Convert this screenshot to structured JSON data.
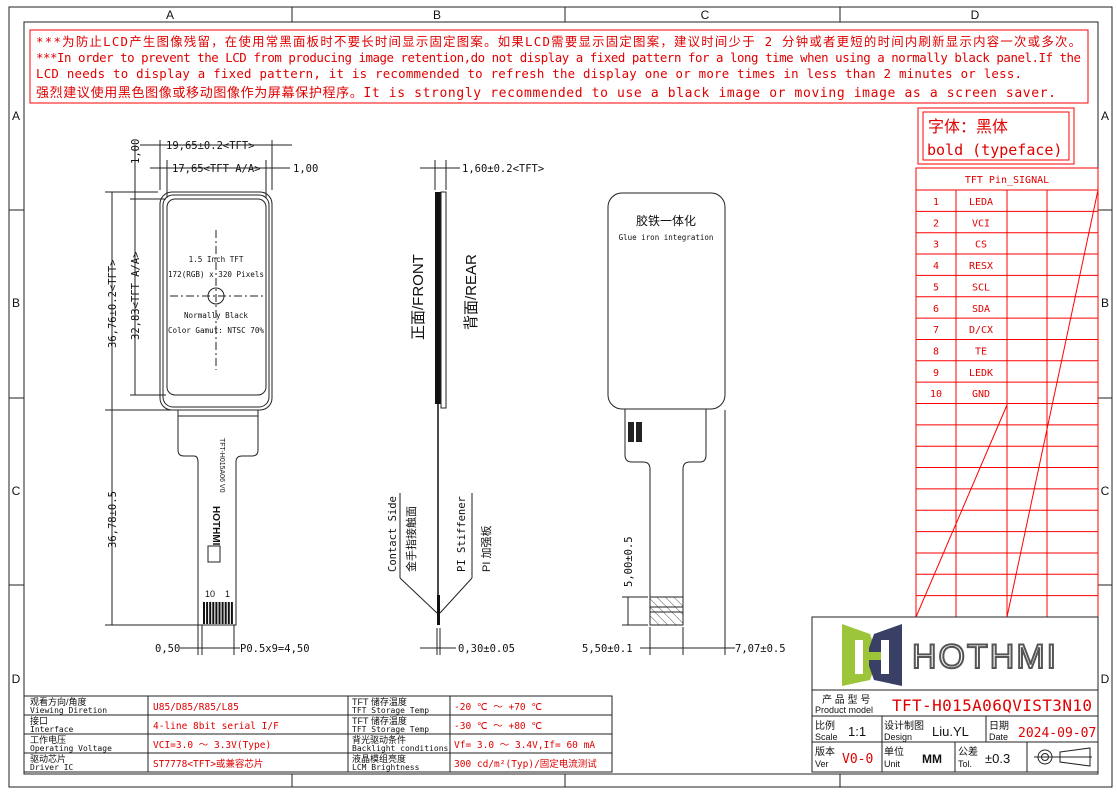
{
  "zones": {
    "columns": [
      "A",
      "B",
      "C",
      "D"
    ],
    "rows": [
      "A",
      "B",
      "C",
      "D"
    ]
  },
  "warning": {
    "line1": "***为防止LCD产生图像残留，在使用常黑面板时不要长时间显示固定图案。如果LCD需要显示固定图案，建议时间少于 2 分钟或者更短的时间内刷新显示内容一次或多次。",
    "line2": "***In order to prevent the LCD from producing image retention,do not display a fixed pattern for a long time when using a normally black panel.If the",
    "line3": " LCD needs to display a fixed pattern, it is recommended to refresh the display one or more times in less than 2 minutes or less.",
    "line4": "强烈建议使用黑色图像或移动图像作为屏幕保护程序。It is strongly recommended to use a black image or moving image as a screen saver."
  },
  "font_note": {
    "cn": "字体：黑体",
    "en": "bold (typeface)"
  },
  "pin_table": {
    "title": "TFT Pin_SIGNAL",
    "pins": [
      {
        "no": "1",
        "signal": "LEDA"
      },
      {
        "no": "2",
        "signal": "VCI"
      },
      {
        "no": "3",
        "signal": "CS"
      },
      {
        "no": "4",
        "signal": "RESX"
      },
      {
        "no": "5",
        "signal": "SCL"
      },
      {
        "no": "6",
        "signal": "SDA"
      },
      {
        "no": "7",
        "signal": "D/CX"
      },
      {
        "no": "8",
        "signal": "TE"
      },
      {
        "no": "9",
        "signal": "LEDK"
      },
      {
        "no": "10",
        "signal": "GND"
      }
    ]
  },
  "front_view": {
    "dim_width": "19,65±0.2<TFT>",
    "dim_aa_width": "17,65<TFT A/A>",
    "dim_top": "1,00",
    "dim_right": "1,00",
    "dim_height": "36,76±0.2<TFT>",
    "dim_aa_height": "32,83<TFT A/A>",
    "dim_fpc": "36,78±0.5",
    "dim_pad": "0,50",
    "dim_pitch": "P0.5x9=4,50",
    "label1": "1.5 Inch TFT",
    "label2": "172(RGB) x 320 Pixels",
    "label3": "Normally Black",
    "label4": "Color Gamut: NTSC 70%",
    "fpc_part": "TFT-H015A06 V0",
    "fpc_brand": "HOTHMI",
    "pin_left": "10",
    "pin_right": "1"
  },
  "side_view": {
    "dim_thickness": "1,60±0.2<TFT>",
    "front": "正面/FRONT",
    "rear": "背面/REAR",
    "contact_en": "Contact Side",
    "contact_cn": "金手指接触面",
    "stiffener_en": "PI Stiffener",
    "stiffener_cn": "PI 加强板",
    "dim_fpc": "0,30±0.05"
  },
  "rear_view": {
    "title_cn": "胶铁一体化",
    "title_en": "Glue iron integration",
    "dim_stiffener": "5,00±0.5",
    "dim_width": "5,50±0.1",
    "dim_offset": "7,07±0.5"
  },
  "spec_table": {
    "rows": [
      {
        "l_cn": "观看方向/角度",
        "l_en": "Viewing Diretion",
        "l_val": "U85/D85/R85/L85",
        "r_cn": "TFT 储存温度",
        "r_en": "TFT Storage Temp",
        "r_val": "-20 ℃ ～ +70 ℃"
      },
      {
        "l_cn": "接口",
        "l_en": "Interface",
        "l_val": "4-line 8bit serial I/F",
        "r_cn": "TFT 储存温度",
        "r_en": "TFT Storage Temp",
        "r_val": "-30 ℃ ～ +80 ℃"
      },
      {
        "l_cn": "工作电压",
        "l_en": "Operating Voltage",
        "l_val": "VCI=3.0 ～ 3.3V(Type)",
        "r_cn": "背光驱动条件",
        "r_en": "Backlight conditions",
        "r_val": "Vf= 3.0 ～ 3.4V,If= 60 mA"
      },
      {
        "l_cn": "驱动芯片",
        "l_en": "Driver IC",
        "l_val": "ST7778<TFT>或兼容芯片",
        "r_cn": "液晶模组亮度",
        "r_en": "LCM Brightness",
        "r_val": "300 cd/m²(Typ)/固定电流测试"
      }
    ]
  },
  "title_block": {
    "brand": "HOTHMI",
    "model_cn": "产 品 型 号",
    "model_en": "Product model",
    "model": "TFT-H015A06QVIST3N10",
    "scale_cn": "比例",
    "scale_en": "Scale",
    "scale": "1:1",
    "design_cn": "设计制图",
    "design_en": "Design",
    "design": "Liu.YL",
    "date_cn": "日期",
    "date_en": "Date",
    "date": "2024-09-07",
    "ver_cn": "版本",
    "ver_en": "Ver",
    "ver": "V0-0",
    "unit_cn": "单位",
    "unit_en": "Unit",
    "unit": "MM",
    "tol_cn": "公差",
    "tol_en": "Tol.",
    "tol": "±0.3"
  },
  "colors": {
    "annotation": "#e00000",
    "line": "#222222",
    "logo_green": "#9cc53a",
    "logo_navy": "#3a3f66"
  }
}
